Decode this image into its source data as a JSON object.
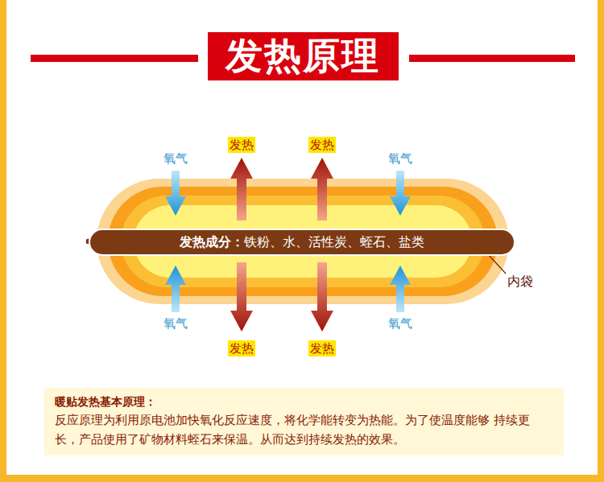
{
  "diagram": {
    "title": "发热原理",
    "nodes": [
      {
        "text": [
          "发热成分：",
          "铁粉、水、活性炭、蛭石、盐类"
        ]
      },
      {
        "text": [
          "暖贴发热基本原理：",
          "反应原理为利用原电池加快氧化反应速度，将化学能转变为热能。为了使温度能够 持续更长，产品使用了矿物材料蛭石来保温。从而达到持续发热的效果。"
        ]
      }
    ],
    "labels": [
      "氧气",
      "发热",
      "发热",
      "氧气",
      "内袋",
      "氧气",
      "发热",
      "发热",
      "氧气"
    ]
  }
}
